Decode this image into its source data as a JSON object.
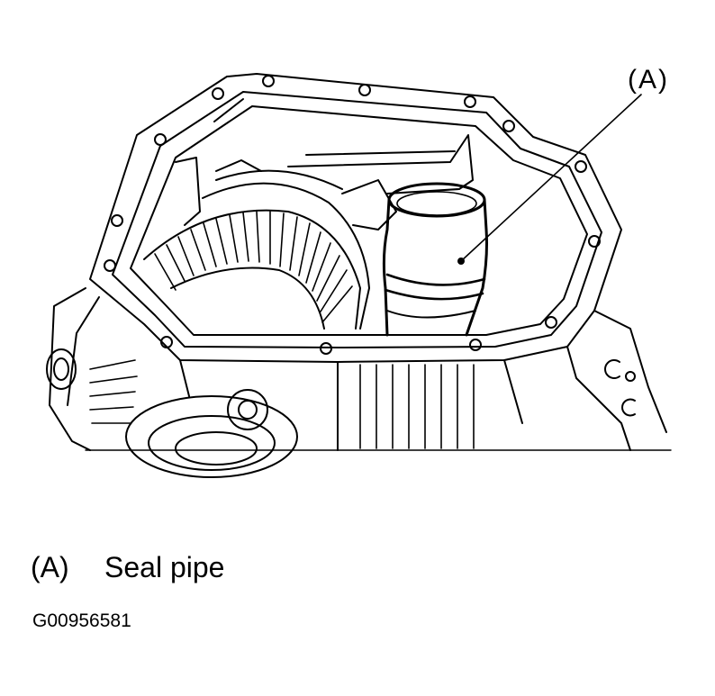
{
  "callout": {
    "label": "(A)"
  },
  "legend": [
    {
      "key": "(A)",
      "text": "Seal pipe"
    }
  ],
  "figure_id": "G00956581"
}
